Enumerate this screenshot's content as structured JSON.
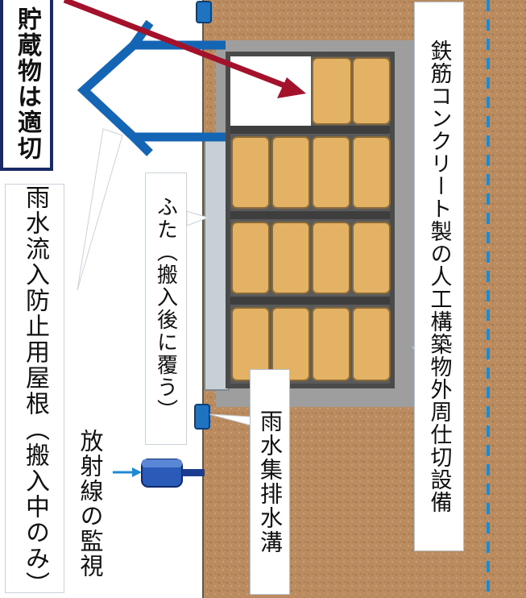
{
  "labels": {
    "waste_suitable": "貯蔵物は適切",
    "roof": "雨水流入防止用屋根（搬入中のみ）",
    "radiation_monitor": "放射線の監視",
    "lid": "ふた（搬入後に覆う）",
    "drain": "雨水集排水溝",
    "structure": "鉄筋コンクリート製の人工構築物外周仕切設備"
  },
  "colors": {
    "soil": "#b98a5e",
    "gravel": "#9a9a9a",
    "bag": "#e3b265",
    "roof": "#1565b5",
    "arrow": "#a3122a",
    "water_line": "#1e8ad2",
    "monitor": "#1a3d8f"
  }
}
